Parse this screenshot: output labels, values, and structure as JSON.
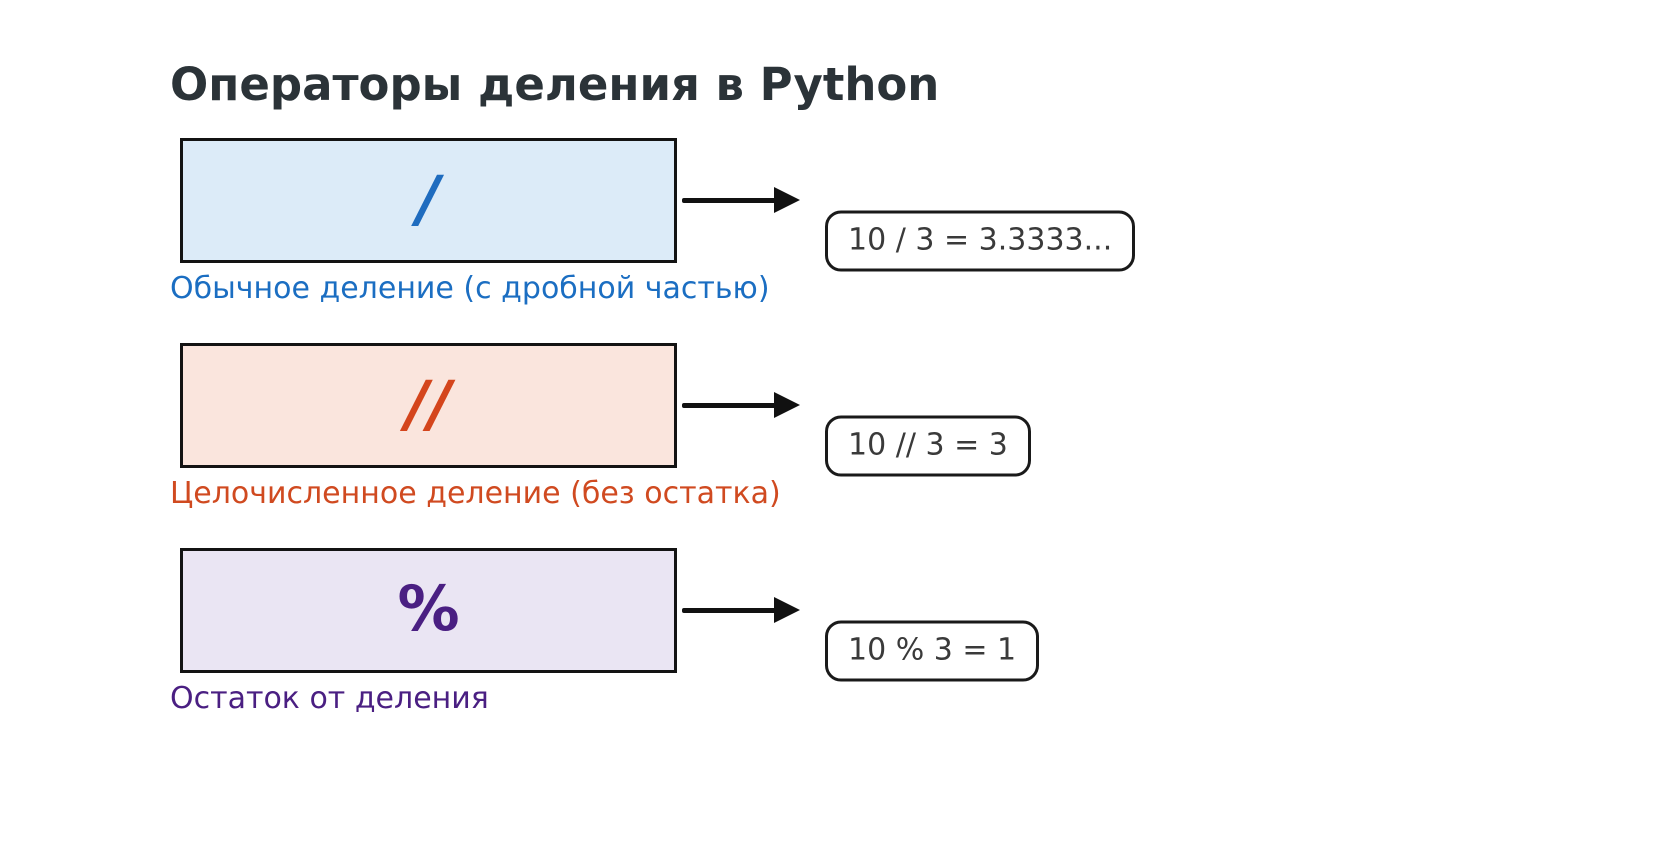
{
  "title": "Операторы деления в Python",
  "colors": {
    "title": "#2b3338",
    "box_border": "#131313",
    "arrow": "#111111",
    "pill_border": "#1a1a1a",
    "pill_text": "#3a3a3a",
    "background": "#ffffff"
  },
  "diagram": {
    "rows": [
      {
        "operator": "/",
        "operator_color": "#1f6cbf",
        "box_fill": "#dcebf8",
        "result": "10 / 3 = 3.3333...",
        "caption": "Обычное деление (с дробной частью)",
        "caption_color": "#1b6ec2"
      },
      {
        "operator": "//",
        "operator_color": "#d4451c",
        "box_fill": "#fae5dd",
        "result": "10 // 3 = 3",
        "caption": "Целочисленное деление (без остатка)",
        "caption_color": "#d04a20"
      },
      {
        "operator": "%",
        "operator_color": "#4a1f82",
        "box_fill": "#eae5f3",
        "result": "10 % 3 = 1",
        "caption": "Остаток от деления",
        "caption_color": "#4a1f82"
      }
    ]
  }
}
